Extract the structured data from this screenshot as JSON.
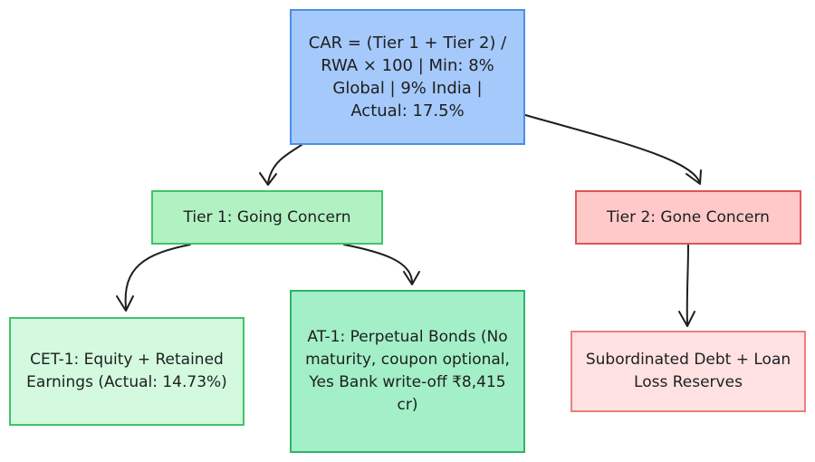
{
  "nodes": {
    "root": {
      "label": "CAR = (Tier 1 + Tier 2) / RWA × 100 | Min: 8% Global | 9% India | Actual: 17.5%",
      "fill": "#a5c9fb",
      "stroke": "#4a90e2"
    },
    "tier1": {
      "label": "Tier 1: Going Concern",
      "fill": "#b2f2c2",
      "stroke": "#40c36b"
    },
    "tier2": {
      "label": "Tier 2: Gone Concern",
      "fill": "#ffc9c9",
      "stroke": "#e05555"
    },
    "cet1": {
      "label": "CET-1: Equity + Retained Earnings (Actual: 14.73%)",
      "fill": "#d3f9df",
      "stroke": "#40c36b"
    },
    "at1": {
      "label": "AT-1: Perpetual Bonds (No maturity, coupon optional, Yes Bank write-off ₹8,415 cr)",
      "fill": "#a3efc8",
      "stroke": "#2fb36a"
    },
    "subordinated": {
      "label": "Subordinated Debt + Loan Loss Reserves",
      "fill": "#ffe1e1",
      "stroke": "#e88080"
    }
  },
  "edges": [
    {
      "from": "root",
      "to": "tier1"
    },
    {
      "from": "root",
      "to": "tier2"
    },
    {
      "from": "tier1",
      "to": "cet1"
    },
    {
      "from": "tier1",
      "to": "at1"
    },
    {
      "from": "tier2",
      "to": "subordinated"
    }
  ]
}
